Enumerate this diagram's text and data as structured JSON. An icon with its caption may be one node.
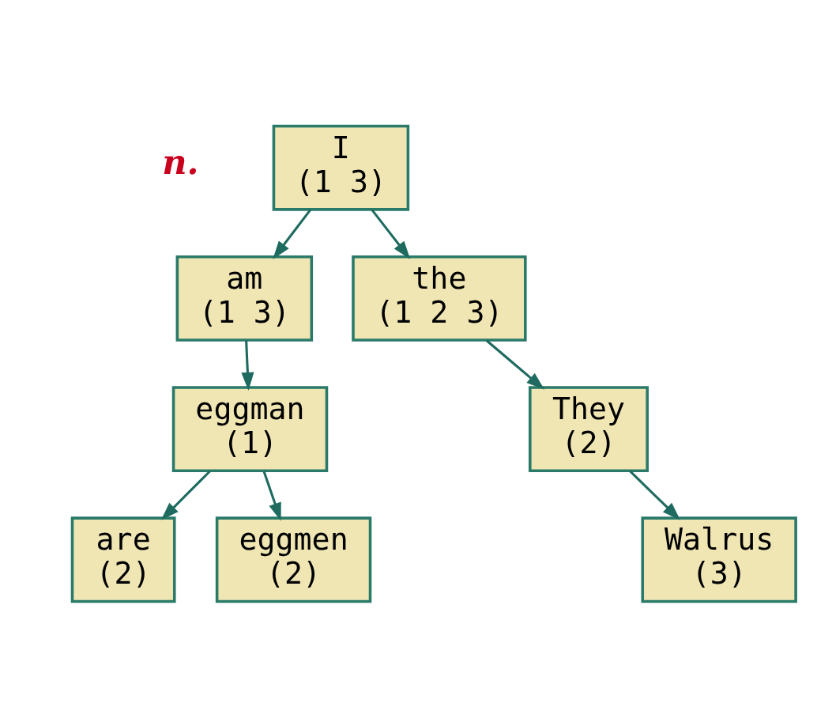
{
  "diagram": {
    "nodes": [
      {
        "text": [
          "I",
          "(1 3)"
        ]
      },
      {
        "text": [
          "am",
          "(1 3)"
        ]
      },
      {
        "text": [
          "the",
          "(1 2 3)"
        ]
      },
      {
        "text": [
          "eggman",
          "(1)"
        ]
      },
      {
        "text": [
          "They",
          "(2)"
        ]
      },
      {
        "text": [
          "are",
          "(2)"
        ]
      },
      {
        "text": [
          "eggmen",
          "(2)"
        ]
      },
      {
        "text": [
          "Walrus",
          "(3)"
        ]
      }
    ],
    "edges": [
      {
        "from": 0,
        "to": 1,
        "arrow": "to"
      },
      {
        "from": 0,
        "to": 2,
        "arrow": "to"
      },
      {
        "from": 1,
        "to": 3,
        "arrow": "to"
      },
      {
        "from": 2,
        "to": 4,
        "arrow": "to"
      },
      {
        "from": 3,
        "to": 5,
        "arrow": "to"
      },
      {
        "from": 3,
        "to": 6,
        "arrow": "to"
      },
      {
        "from": 4,
        "to": 7,
        "arrow": "to"
      }
    ],
    "labels": [
      "n."
    ]
  }
}
